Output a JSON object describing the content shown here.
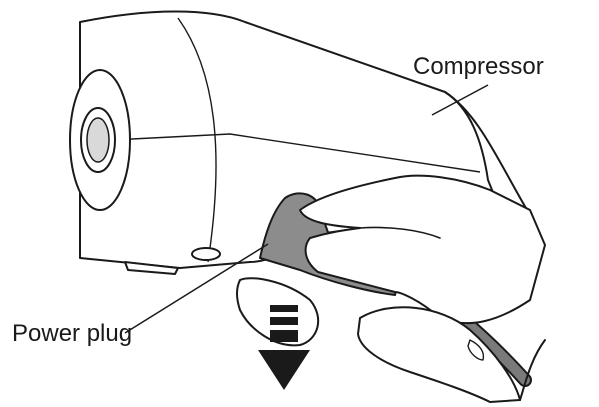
{
  "labels": {
    "compressor": "Compressor",
    "power_plug": "Power plug"
  },
  "colors": {
    "line": "#1a1a1a",
    "body_fill": "#ffffff",
    "plug_fill": "#8c8c8c",
    "plug_dark": "#5a5a5a",
    "cord": "#7a7a7a",
    "inlet_fill": "#d9d9d9",
    "arrow": "#1a1a1a"
  },
  "annotations": {
    "arrow_direction": "down",
    "arrow_icon": "pull-down-arrow-icon"
  }
}
